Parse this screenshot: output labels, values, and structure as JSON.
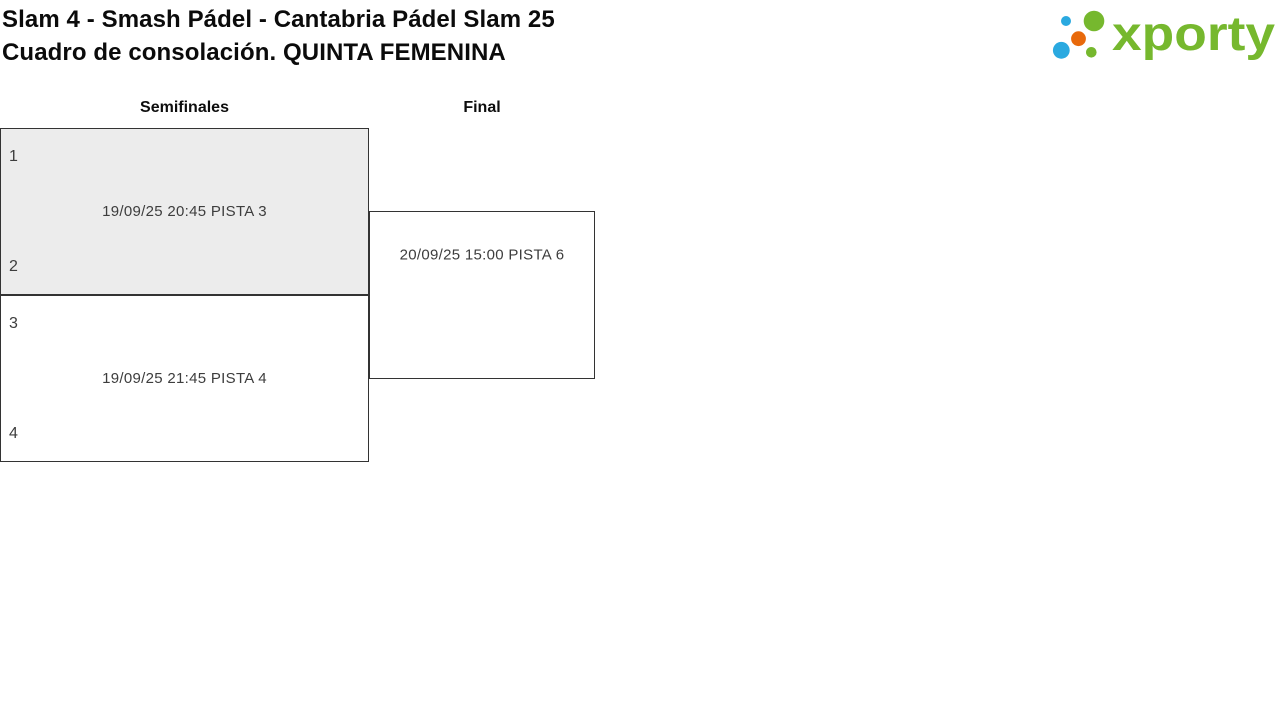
{
  "title": {
    "line1": "Slam 4 - Smash Pádel - Cantabria Pádel Slam 25",
    "line2": "Cuadro de consolación. QUINTA FEMENINA"
  },
  "logo": {
    "text": "xporty",
    "colors": {
      "green": "#76b82e",
      "blue": "#2aa9e0",
      "orange": "#e8690b"
    }
  },
  "bracket": {
    "round_headers": [
      {
        "label": "Semifinales"
      },
      {
        "label": "Final"
      }
    ],
    "semifinal_matches": [
      {
        "seed_top": "1",
        "seed_bottom": "2",
        "schedule": "19/09/25 20:45 PISTA 3",
        "highlighted": true
      },
      {
        "seed_top": "3",
        "seed_bottom": "4",
        "schedule": "19/09/25 21:45 PISTA 4",
        "highlighted": false
      }
    ],
    "final_match": {
      "schedule": "20/09/25 15:00 PISTA 6"
    }
  },
  "colors": {
    "box_border": "#333333",
    "box_highlight_bg": "#ececec",
    "text_dark": "#3d3d3d"
  }
}
